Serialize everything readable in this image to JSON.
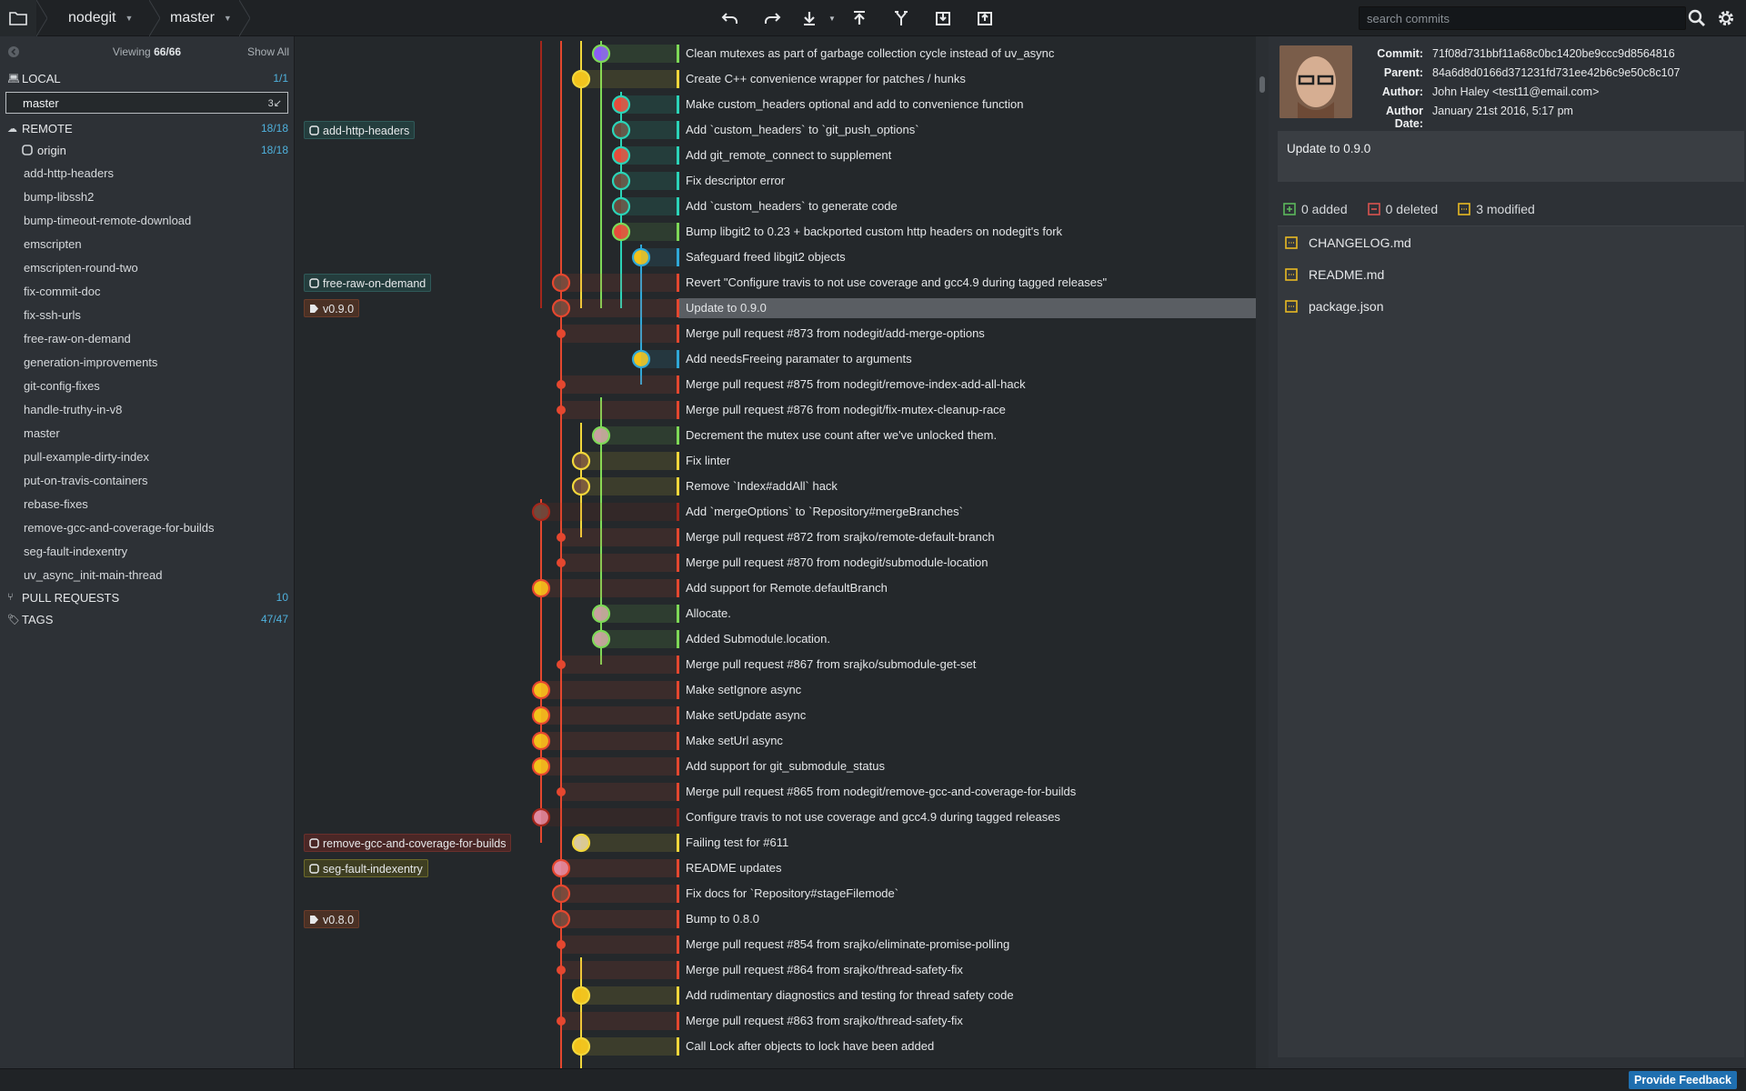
{
  "toolbar": {
    "repo_name": "nodegit",
    "branch_name": "master",
    "search_placeholder": "search commits"
  },
  "left_panel": {
    "viewing_label": "Viewing",
    "viewing_count": "66/66",
    "show_all": "Show All",
    "local": {
      "label": "LOCAL",
      "count": "1/1",
      "active_branch": "master",
      "active_branch_ahead": "3↙"
    },
    "remote": {
      "label": "REMOTE",
      "count": "18/18",
      "origin": {
        "label": "origin",
        "count": "18/18"
      },
      "branches": [
        "add-http-headers",
        "bump-libssh2",
        "bump-timeout-remote-download",
        "emscripten",
        "emscripten-round-two",
        "fix-commit-doc",
        "fix-ssh-urls",
        "free-raw-on-demand",
        "generation-improvements",
        "git-config-fixes",
        "handle-truthy-in-v8",
        "master",
        "pull-example-dirty-index",
        "put-on-travis-containers",
        "rebase-fixes",
        "remove-gcc-and-coverage-for-builds",
        "seg-fault-indexentry",
        "uv_async_init-main-thread"
      ]
    },
    "pull_requests": {
      "label": "PULL REQUESTS",
      "count": "10"
    },
    "tags": {
      "label": "TAGS",
      "count": "47/47"
    }
  },
  "graph": {
    "refs": [
      {
        "row": 3,
        "label": "add-http-headers",
        "style": "teal",
        "icon": "github"
      },
      {
        "row": 9,
        "label": "free-raw-on-demand",
        "style": "teal",
        "icon": "github"
      },
      {
        "row": 10,
        "label": "v0.9.0",
        "style": "tag",
        "icon": "tag"
      },
      {
        "row": 31,
        "label": "remove-gcc-and-coverage-for-builds",
        "style": "red",
        "icon": "github"
      },
      {
        "row": 32,
        "label": "seg-fault-indexentry",
        "style": "yel",
        "icon": "github"
      },
      {
        "row": 34,
        "label": "v0.8.0",
        "style": "tag",
        "icon": "tag"
      }
    ],
    "commits": [
      {
        "message": "Clean mutexes as part of garbage collection cycle instead of uv_async",
        "lane": 2,
        "color": "#7ed957",
        "avatar": "#8b5cf6"
      },
      {
        "message": "Create C++ convenience wrapper for patches / hunks",
        "lane": 1,
        "color": "#f2d73b",
        "avatar": "#f2c21b"
      },
      {
        "message": "Make custom_headers optional and add to convenience function",
        "lane": 3,
        "color": "#2bd4b8",
        "avatar": "#e74c3c"
      },
      {
        "message": "Add `custom_headers` to `git_push_options`",
        "lane": 3,
        "color": "#2bd4b8",
        "avatar": "#6b4b3e"
      },
      {
        "message": "Add git_remote_connect to supplement",
        "lane": 3,
        "color": "#2bd4b8",
        "avatar": "#e74c3c"
      },
      {
        "message": "Fix descriptor error",
        "lane": 3,
        "color": "#2bd4b8",
        "avatar": "#6b4b3e"
      },
      {
        "message": "Add `custom_headers` to generate code",
        "lane": 3,
        "color": "#2bd4b8",
        "avatar": "#6b4b3e"
      },
      {
        "message": "Bump libgit2 to 0.23 + backported custom http headers on nodegit's fork",
        "lane": 3,
        "color": "#7ed957",
        "avatar": "#e74c3c"
      },
      {
        "message": "Safeguard freed libgit2 objects",
        "lane": 4,
        "color": "#2fa8d8",
        "avatar": "#f2c21b"
      },
      {
        "message": "Revert \"Configure travis to not use coverage and gcc4.9 during tagged releases\"",
        "lane": 0,
        "color": "#e5472f",
        "avatar": "#6b4b3e"
      },
      {
        "message": "Update to 0.9.0",
        "lane": 0,
        "color": "#e5472f",
        "avatar": "#6b4b3e",
        "selected": true
      },
      {
        "message": "Merge pull request #873 from nodegit/add-merge-options",
        "lane": 0,
        "color": "#e5472f",
        "avatar": ""
      },
      {
        "message": "Add needsFreeing paramater to arguments",
        "lane": 4,
        "color": "#2fa8d8",
        "avatar": "#f2c21b"
      },
      {
        "message": "Merge pull request #875 from nodegit/remove-index-add-all-hack",
        "lane": 0,
        "color": "#e5472f",
        "avatar": ""
      },
      {
        "message": "Merge pull request #876 from nodegit/fix-mutex-cleanup-race",
        "lane": 0,
        "color": "#e5472f",
        "avatar": ""
      },
      {
        "message": "Decrement the mutex use count after we've unlocked them.",
        "lane": 2,
        "color": "#7ed957",
        "avatar": "#c8a0a0"
      },
      {
        "message": "Fix linter",
        "lane": 1,
        "color": "#f2d73b",
        "avatar": "#6b4b3e"
      },
      {
        "message": "Remove `Index#addAll` hack",
        "lane": 1,
        "color": "#f2d73b",
        "avatar": "#6b4b3e"
      },
      {
        "message": "Add `mergeOptions` to `Repository#mergeBranches`",
        "lane": -1,
        "color": "#a3271c",
        "avatar": "#6b4b3e"
      },
      {
        "message": "Merge pull request #872 from srajko/remote-default-branch",
        "lane": 0,
        "color": "#e5472f",
        "avatar": ""
      },
      {
        "message": "Merge pull request #870 from nodegit/submodule-location",
        "lane": 0,
        "color": "#e5472f",
        "avatar": ""
      },
      {
        "message": "Add support for Remote.defaultBranch",
        "lane": -1,
        "color": "#e5472f",
        "avatar": "#f2c21b"
      },
      {
        "message": "Allocate.",
        "lane": 2,
        "color": "#7ed957",
        "avatar": "#c8a0a0"
      },
      {
        "message": "Added Submodule.location.",
        "lane": 2,
        "color": "#7ed957",
        "avatar": "#c8a0a0"
      },
      {
        "message": "Merge pull request #867 from srajko/submodule-get-set",
        "lane": 0,
        "color": "#e5472f",
        "avatar": ""
      },
      {
        "message": "Make setIgnore async",
        "lane": -1,
        "color": "#e5472f",
        "avatar": "#f2c21b"
      },
      {
        "message": "Make setUpdate async",
        "lane": -1,
        "color": "#e5472f",
        "avatar": "#f2c21b"
      },
      {
        "message": "Make setUrl async",
        "lane": -1,
        "color": "#e5472f",
        "avatar": "#f2c21b"
      },
      {
        "message": "Add support for git_submodule_status",
        "lane": -1,
        "color": "#e5472f",
        "avatar": "#f2c21b"
      },
      {
        "message": "Merge pull request #865 from nodegit/remove-gcc-and-coverage-for-builds",
        "lane": 0,
        "color": "#e5472f",
        "avatar": ""
      },
      {
        "message": "Configure travis to not use coverage and gcc4.9 during tagged releases",
        "lane": -1,
        "color": "#a3271c",
        "avatar": "#e08aa0"
      },
      {
        "message": "Failing test for #611",
        "lane": 1,
        "color": "#f2d73b",
        "avatar": "#d8c8a0"
      },
      {
        "message": "README updates",
        "lane": 0,
        "color": "#e5472f",
        "avatar": "#e08aa0"
      },
      {
        "message": "Fix docs for `Repository#stageFilemode`",
        "lane": 0,
        "color": "#e5472f",
        "avatar": "#6b4b3e"
      },
      {
        "message": "Bump to 0.8.0",
        "lane": 0,
        "color": "#e5472f",
        "avatar": "#6b4b3e"
      },
      {
        "message": "Merge pull request #854 from srajko/eliminate-promise-polling",
        "lane": 0,
        "color": "#e5472f",
        "avatar": ""
      },
      {
        "message": "Merge pull request #864 from srajko/thread-safety-fix",
        "lane": 0,
        "color": "#e5472f",
        "avatar": ""
      },
      {
        "message": "Add rudimentary diagnostics and testing for thread safety code",
        "lane": 1,
        "color": "#f2d73b",
        "avatar": "#f2c21b"
      },
      {
        "message": "Merge pull request #863 from srajko/thread-safety-fix",
        "lane": 0,
        "color": "#e5472f",
        "avatar": ""
      },
      {
        "message": "Call Lock after objects to lock have been added",
        "lane": 1,
        "color": "#f2d73b",
        "avatar": "#f2c21b"
      }
    ]
  },
  "details": {
    "commit_label": "Commit:",
    "commit": "71f08d731bbf11a68c0bc1420be9ccc9d8564816",
    "parent_label": "Parent:",
    "parent": "84a6d8d0166d371231fd731ee42b6c9e50c8c107",
    "author_label": "Author:",
    "author": "John Haley <test11@email.com>",
    "date_label": "Author Date:",
    "date": "January 21st 2016, 5:17 pm",
    "summary": "Update to 0.9.0",
    "added": "0 added",
    "deleted": "0 deleted",
    "modified": "3 modified",
    "files": [
      "CHANGELOG.md",
      "README.md",
      "package.json"
    ],
    "colors": {
      "added": "#5cb85c",
      "deleted": "#d9534f",
      "modified": "#e8b923"
    }
  },
  "footer": {
    "feedback": "Provide Feedback"
  }
}
